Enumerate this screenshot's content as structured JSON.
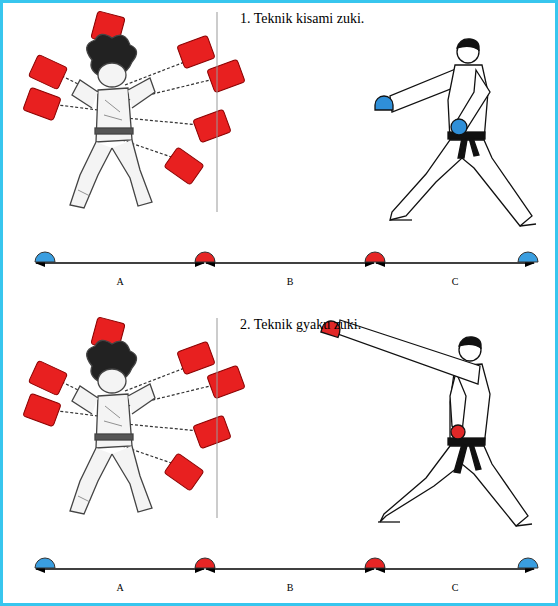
{
  "diagram": {
    "labels": [
      "1. Teknik kisami zuki.",
      "A",
      "B",
      "C",
      "2. Teknik gyaku zuki.",
      "A",
      "B",
      "C"
    ]
  }
}
